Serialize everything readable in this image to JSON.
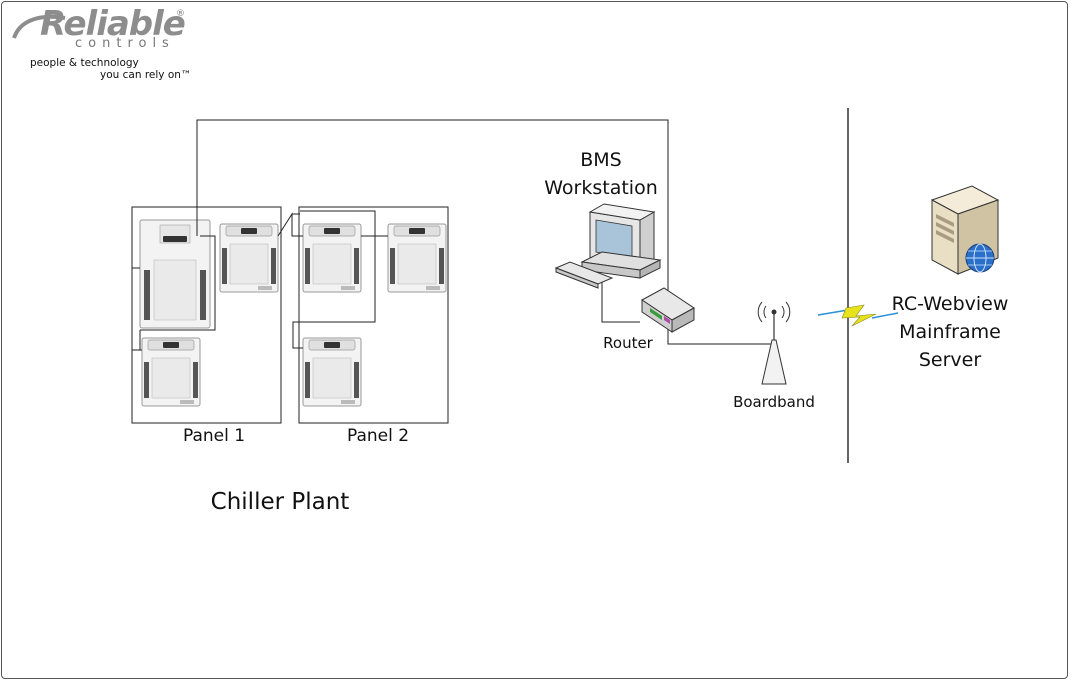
{
  "logo": {
    "brand": "Reliable",
    "sub": "controls",
    "reg": "®",
    "tagline1": "people & technology",
    "tagline2": "you can rely on™"
  },
  "labels": {
    "bms_line1": "BMS",
    "bms_line2": "Workstation",
    "router": "Router",
    "broadband": "Boardband",
    "server_line1": "RC-Webview",
    "server_line2": "Mainframe",
    "server_line3": "Server",
    "panel1": "Panel 1",
    "panel2": "Panel 2",
    "chiller": "Chiller Plant"
  },
  "colors": {
    "line": "#222222",
    "lightning": "#e8e21a",
    "lightning_edge": "#2a8fd6",
    "server_globe": "#2a6fc9"
  }
}
